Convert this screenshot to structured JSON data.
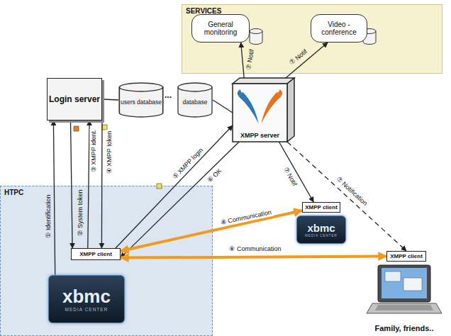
{
  "diagram": {
    "nodes": [
      {
        "text": [
          "SERVICES"
        ]
      },
      {
        "text": [
          "General monitoring"
        ],
        "in": 0
      },
      {
        "text": [
          "Video - conference"
        ],
        "in": 0
      },
      {
        "text": [
          "Login server"
        ]
      },
      {
        "text": [
          "users database"
        ]
      },
      {
        "text": [
          "database"
        ]
      },
      {
        "text": [
          "XMPP server"
        ]
      },
      {
        "text": [
          "HTPC"
        ]
      },
      {
        "text": [
          "XMPP client"
        ],
        "in": 7
      },
      {
        "text": [
          "xbmc",
          "MEDIA CENTER"
        ],
        "in": 7
      },
      {
        "text": [
          "XMPP client"
        ]
      },
      {
        "text": [
          "xbmc",
          "MEDIA CENTER"
        ]
      },
      {
        "text": [
          "XMPP client"
        ]
      },
      {
        "text": [
          "Family, friends.."
        ]
      }
    ],
    "edges": [
      {
        "from": 9,
        "to": 3,
        "label": "① Identification",
        "arrow": "to"
      },
      {
        "from": 3,
        "to": 8,
        "label": "② System token",
        "arrow": "to"
      },
      {
        "from": 8,
        "to": 3,
        "label": "③ XMPP ident.",
        "arrow": "to"
      },
      {
        "from": 3,
        "to": 8,
        "label": "④ XMPP token",
        "arrow": "to"
      },
      {
        "from": 8,
        "to": 6,
        "label": "⑤ XMPP login",
        "arrow": "to"
      },
      {
        "from": 6,
        "to": 8,
        "label": "⑥ OK",
        "arrow": "to"
      },
      {
        "from": 6,
        "to": 1,
        "label": "⑦ Notif",
        "arrow": "to"
      },
      {
        "from": 6,
        "to": 2,
        "label": "⑦ Notif",
        "arrow": "to"
      },
      {
        "from": 6,
        "to": 10,
        "label": "⑦ Notif",
        "arrow": "to"
      },
      {
        "from": 6,
        "to": 12,
        "label": "⑦ Notification",
        "arrow": "to"
      },
      {
        "from": 8,
        "to": 10,
        "label": "⑧ Communication",
        "arrow": "both"
      },
      {
        "from": 8,
        "to": 12,
        "label": "⑧ Communication",
        "arrow": "both"
      },
      {
        "from": 3,
        "to": 4,
        "arrow": "none"
      },
      {
        "from": 5,
        "to": 6,
        "arrow": "none"
      }
    ],
    "labels": [
      "..."
    ]
  }
}
